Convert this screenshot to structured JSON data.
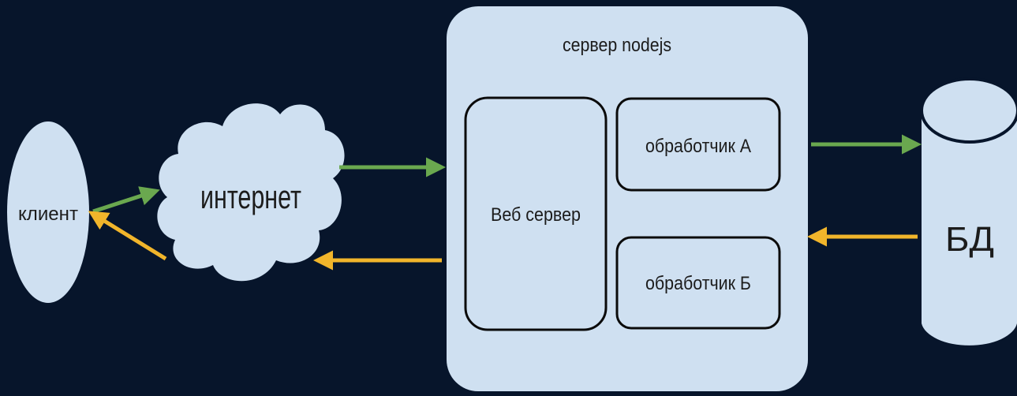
{
  "diagram": {
    "nodes": {
      "client": "клиент",
      "internet": "интернет",
      "server": "сервер nodejs",
      "web_server": "Веб сервер",
      "handler_a": "обработчик А",
      "handler_b": "обработчик Б",
      "db": "БД"
    },
    "colors": {
      "background": "#07152b",
      "node_fill": "#cfe0f1",
      "node_stroke": "#0b0b0b",
      "request_arrow": "#6aa84f",
      "response_arrow": "#f1b52b"
    },
    "edges": [
      {
        "from": "client",
        "to": "internet",
        "kind": "request"
      },
      {
        "from": "internet",
        "to": "client",
        "kind": "response"
      },
      {
        "from": "internet",
        "to": "server",
        "kind": "request"
      },
      {
        "from": "server",
        "to": "internet",
        "kind": "response"
      },
      {
        "from": "server",
        "to": "db",
        "kind": "request"
      },
      {
        "from": "db",
        "to": "server",
        "kind": "response"
      }
    ]
  }
}
